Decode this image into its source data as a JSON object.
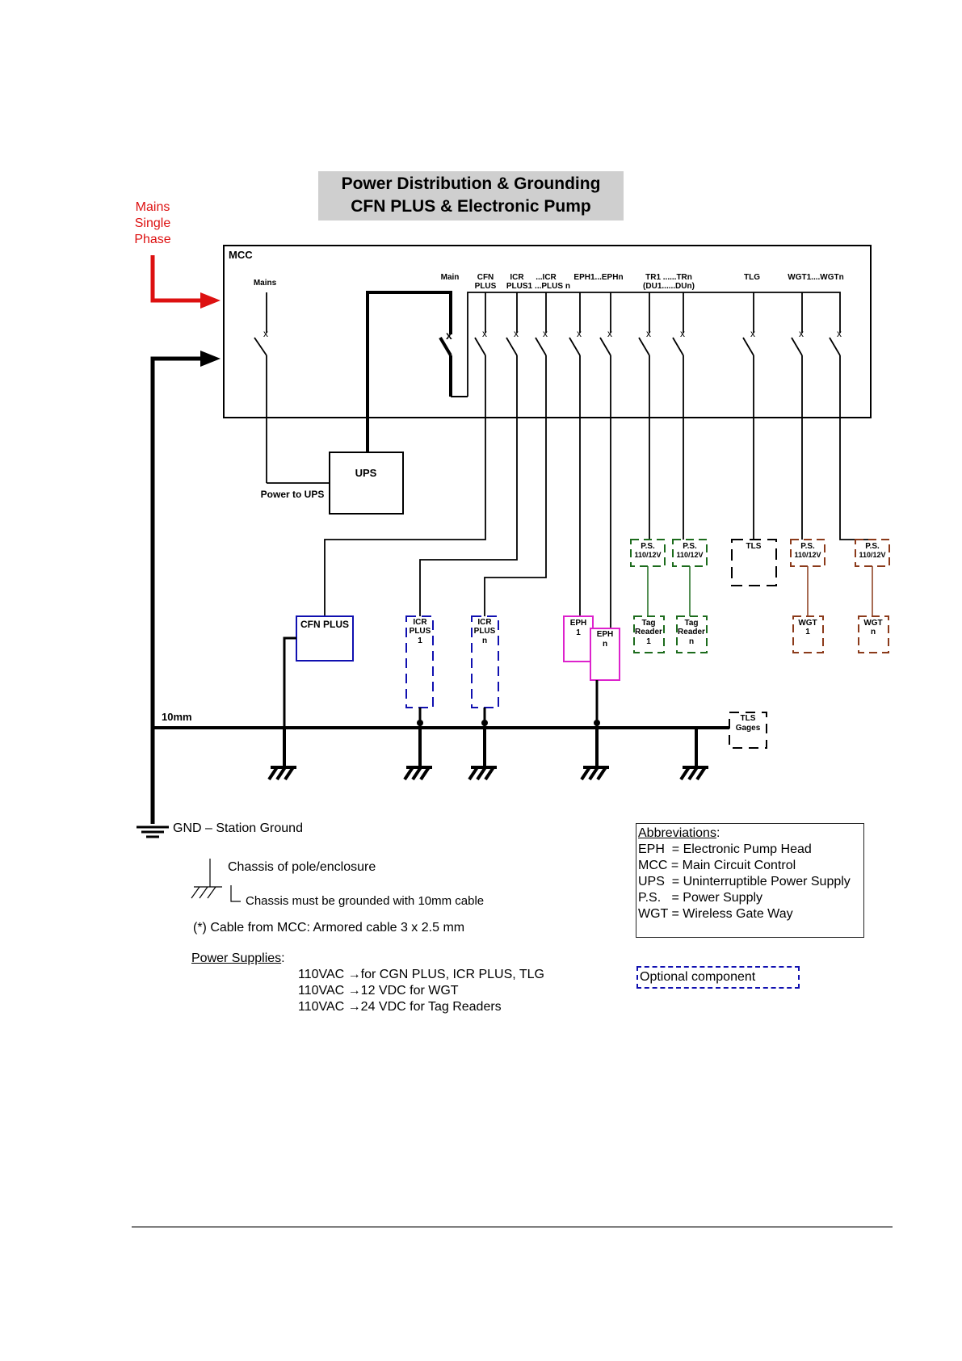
{
  "title": {
    "line1": "Power Distribution & Grounding",
    "line2": "CFN PLUS & Electronic Pump"
  },
  "mains": {
    "line1": "Mains",
    "line2": "Single",
    "line3": "Phase"
  },
  "mcc": {
    "label": "MCC",
    "mains_label": "Mains",
    "breakers": {
      "main": "Main",
      "cfn_1": "CFN",
      "cfn_2": "PLUS",
      "icr_1": "ICR",
      "icr_2": "PLUS1",
      "icrn_1": "...ICR",
      "icrn_2": "...PLUS n",
      "eph": "EPH1...EPHn",
      "tr_1": "TR1 ......TRn",
      "tr_2": "(DU1......DUn)",
      "tlg": "TLG",
      "wgt": "WGT1....WGTn"
    }
  },
  "ups": {
    "label": "UPS",
    "power_to": "Power to UPS"
  },
  "components": {
    "cfn_plus": "CFN PLUS",
    "icr1": [
      "ICR",
      "PLUS",
      "1"
    ],
    "icrn": [
      "ICR",
      "PLUS",
      "n"
    ],
    "eph1": [
      "EPH",
      "1"
    ],
    "ephn": [
      "EPH",
      "n"
    ],
    "ps": [
      "P.S.",
      "110/12V"
    ],
    "tls": "TLS",
    "tag1": [
      "Tag",
      "Reader",
      "1"
    ],
    "tagn": [
      "Tag",
      "Reader",
      "n"
    ],
    "wgt1": [
      "WGT",
      "1"
    ],
    "wgtn": [
      "WGT",
      "n"
    ],
    "tls_gages": [
      "TLS",
      "Gages"
    ]
  },
  "ground_bar_label": "10mm",
  "legend": {
    "gnd": "GND – Station Ground",
    "chassis": "Chassis of pole/enclosure",
    "chassis_note": "Chassis must be grounded with 10mm cable",
    "cable_note": "(*) Cable from MCC: Armored cable 3 x 2.5 mm",
    "ps_title": "Power Supplies",
    "ps_lines": [
      "110VAC →for CGN PLUS, ICR PLUS, TLG",
      "110VAC →12 VDC for WGT",
      "110VAC →24 VDC for Tag Readers"
    ]
  },
  "abbreviations": {
    "title": "Abbreviations",
    "items": [
      "EPH  = Electronic Pump Head",
      "MCC = Main Circuit Control",
      "UPS  = Uninterruptible Power Supply",
      "P.S.   = Power Supply",
      "WGT = Wireless Gate Way"
    ]
  },
  "optional_label": "Optional component",
  "colors": {
    "mains_red": "#dd1111",
    "optional_blue": "#1010b0",
    "eph_magenta": "#dd22cc",
    "ps_green": "#1c6b1c",
    "wgt_brown": "#8b3a1a",
    "title_bg": "#cfcfcf"
  }
}
